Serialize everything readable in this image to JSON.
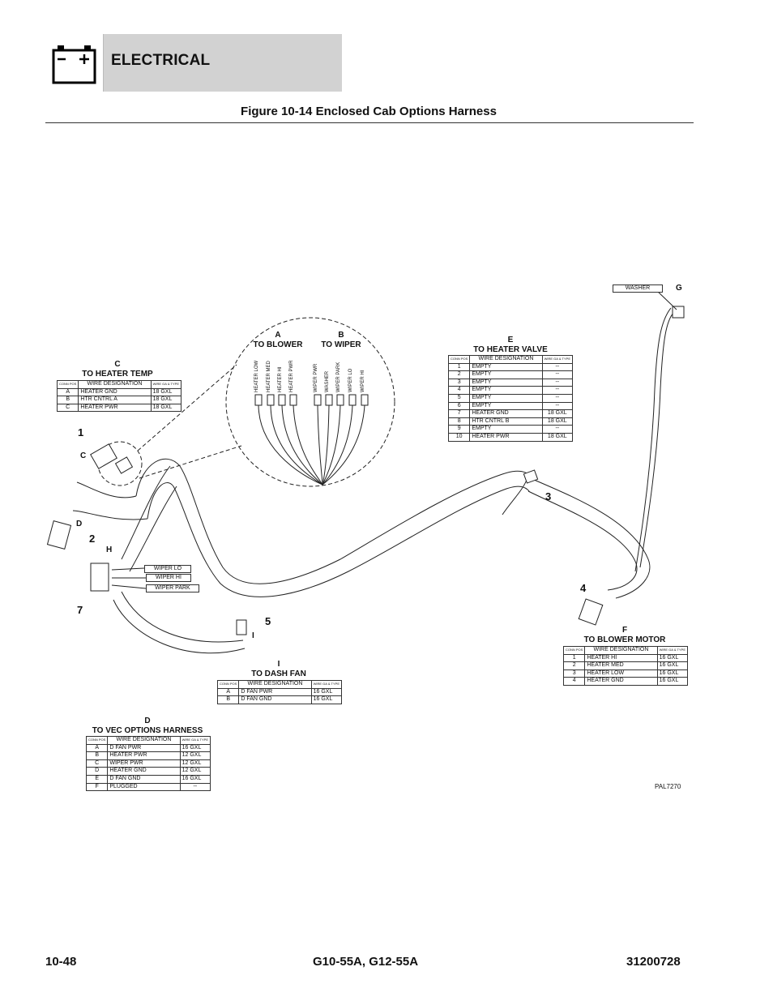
{
  "header": {
    "section_title": "ELECTRICAL",
    "icon": "battery-icon"
  },
  "figure_title": "Figure 10-14 Enclosed Cab Options Harness",
  "callouts": [
    "1",
    "2",
    "3",
    "4",
    "5",
    "7"
  ],
  "letters": {
    "c": "C",
    "d": "D",
    "h": "H",
    "i": "I",
    "g": "G"
  },
  "wire_tags": {
    "washer": "WASHER",
    "wiper_lo": "WIPER LO",
    "wiper_hi": "WIPER HI",
    "wiper_park": "WIPER PARK"
  },
  "detail_labels": {
    "a": [
      "HEATER LOW",
      "HEATER MED",
      "HEATER HI",
      "HEATER PWR"
    ],
    "b": [
      "WIPER PWR",
      "WASHER",
      "WIPER PARK",
      "WIPER LO",
      "WIPER HI"
    ]
  },
  "connectors": {
    "a": {
      "letter": "A",
      "title": "TO BLOWER"
    },
    "b": {
      "letter": "B",
      "title": "TO WIPER"
    },
    "c": {
      "letter": "C",
      "title": "TO HEATER TEMP",
      "col1": "CONN POS",
      "col2": "WIRE DESIGNATION",
      "col3": "WIRE GA & TYPE",
      "rows": [
        [
          "A",
          "HEATER GND",
          "18 GXL"
        ],
        [
          "B",
          "HTR CNTRL A",
          "18 GXL"
        ],
        [
          "C",
          "HEATER PWR",
          "18 GXL"
        ]
      ]
    },
    "e": {
      "letter": "E",
      "title": "TO HEATER VALVE",
      "col1": "CONN POS",
      "col2": "WIRE DESIGNATION",
      "col3": "WIRE GA & TYPE",
      "rows": [
        [
          "1",
          "EMPTY",
          "--"
        ],
        [
          "2",
          "EMPTY",
          "--"
        ],
        [
          "3",
          "EMPTY",
          "--"
        ],
        [
          "4",
          "EMPTY",
          "--"
        ],
        [
          "5",
          "EMPTY",
          "--"
        ],
        [
          "6",
          "EMPTY",
          "--"
        ],
        [
          "7",
          "HEATER GND",
          "18 GXL"
        ],
        [
          "8",
          "HTR CNTRL B",
          "18 GXL"
        ],
        [
          "9",
          "EMPTY",
          "--"
        ],
        [
          "10",
          "HEATER PWR",
          "18 GXL"
        ]
      ]
    },
    "f": {
      "letter": "F",
      "title": "TO BLOWER MOTOR",
      "col1": "CONN POS",
      "col2": "WIRE DESIGNATION",
      "col3": "WIRE GA & TYPE",
      "rows": [
        [
          "1",
          "HEATER HI",
          "16 GXL"
        ],
        [
          "2",
          "HEATER MED",
          "16 GXL"
        ],
        [
          "3",
          "HEATER LOW",
          "16 GXL"
        ],
        [
          "4",
          "HEATER GND",
          "16 GXL"
        ]
      ]
    },
    "i": {
      "letter": "I",
      "title": "TO DASH FAN",
      "col1": "CONN POS",
      "col2": "WIRE DESIGNATION",
      "col3": "WIRE GA & TYPE",
      "rows": [
        [
          "A",
          "D FAN PWR",
          "16 GXL"
        ],
        [
          "B",
          "D FAN GND",
          "16 GXL"
        ]
      ]
    },
    "d": {
      "letter": "D",
      "title": "TO VEC OPTIONS HARNESS",
      "col1": "CONN POS",
      "col2": "WIRE DESIGNATION",
      "col3": "WIRE GA & TYPE",
      "rows": [
        [
          "A",
          "D FAN PWR",
          "16 GXL"
        ],
        [
          "B",
          "HEATER PWR",
          "12 GXL"
        ],
        [
          "C",
          "WIPER PWR",
          "12 GXL"
        ],
        [
          "D",
          "HEATER GND",
          "12 GXL"
        ],
        [
          "E",
          "D FAN GND",
          "16 GXL"
        ],
        [
          "F",
          "PLUGGED",
          "--"
        ]
      ]
    }
  },
  "drawing_number": "PAL7270",
  "footer": {
    "page": "10-48",
    "model": "G10-55A, G12-55A",
    "doc_number": "31200728"
  }
}
